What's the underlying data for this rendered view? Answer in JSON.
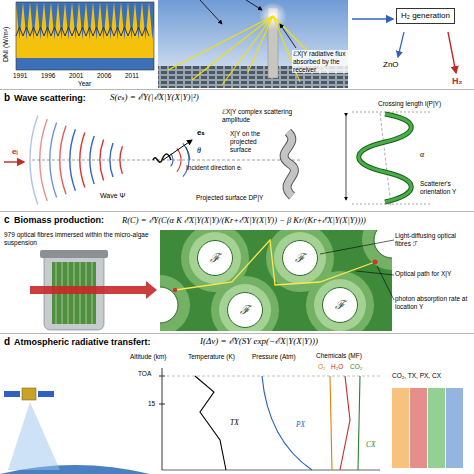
{
  "diagram": {
    "nodes": [
      {
        "text": [
          "H₂ generation"
        ]
      },
      {
        "text": [
          "ℱ"
        ]
      },
      {
        "text": [
          "ℱ"
        ]
      },
      {
        "text": [
          "ℱ"
        ]
      },
      {
        "text": [
          "ℱ"
        ]
      }
    ],
    "labels": [
      "DNI (W/m²)",
      "1991",
      "1996",
      "2001",
      "2006",
      "2011",
      "Year",
      "ZnO",
      "H₂",
      "ℰX|Y radiative flux absorbed by the receiver",
      "b",
      "Wave scattering:",
      "S(eₛ) = ℰY(|ℰX|Y(X|Y)|²)",
      "ℰX|Y complex scattering amplitude",
      "eₛ",
      "θ",
      "eᵢ",
      "Wave Ψ",
      "Incident direction eᵢ",
      "X|Y on the projected surface",
      "Projected surface DP|Y",
      "Crossing length l(P|Y)",
      "α",
      "Scatterer's orientation Y",
      "c",
      "Biomass production:",
      "R(C) = ℰY(C(α K ℰX|Y(X|Y)/(Kr+ℰX|Y(X|Y)) − β Kr/(Kr+ℰX|Y(X|Y))))",
      "979 optical fibres immersed within the micro-algae suspension",
      "Light-diffusing optical fibres ℱ",
      "Optical path for X|Y",
      "photon absorption rate at location Y",
      "d",
      "Atmospheric radiative transfert:",
      "I(Δν) = ℰY(SY exp(−ℰX|Y(X|Y)))",
      "Altitude (km)",
      "Temperature (K)",
      "Pressure (Atm)",
      "Chemicals (MF)",
      "TOA",
      "15",
      "O₂",
      "H₂O",
      "CO₂",
      "TX",
      "PX",
      "CX",
      "CO₂, TX, PX, CX"
    ]
  }
}
